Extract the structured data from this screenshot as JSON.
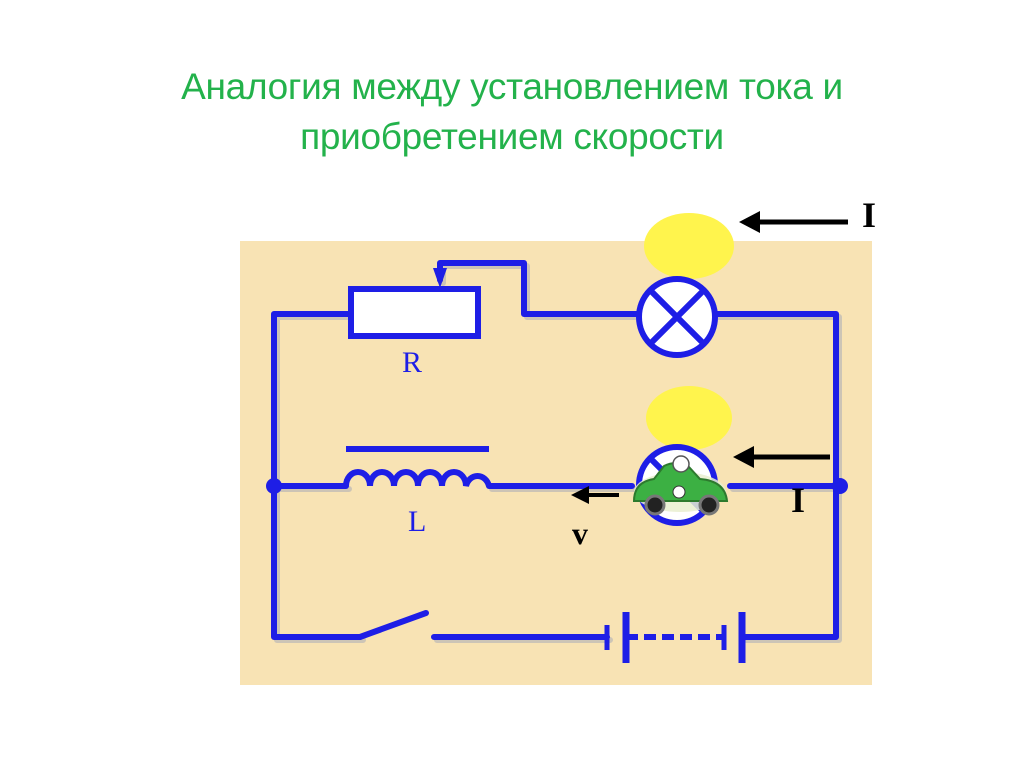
{
  "slide": {
    "title_line1": "Аналогия между установлением тока и",
    "title_line2": "приобретением скорости"
  },
  "diagram": {
    "colors": {
      "panel": "#f8e3b4",
      "wire": "#1e1ee6",
      "glow": "#fff44d",
      "car": "#3cb043",
      "arrow": "#000000",
      "title": "#23b24b"
    },
    "labels": {
      "resistor": "R",
      "inductor": "L",
      "current_top": "I",
      "current_middle": "I",
      "velocity": "v"
    }
  }
}
